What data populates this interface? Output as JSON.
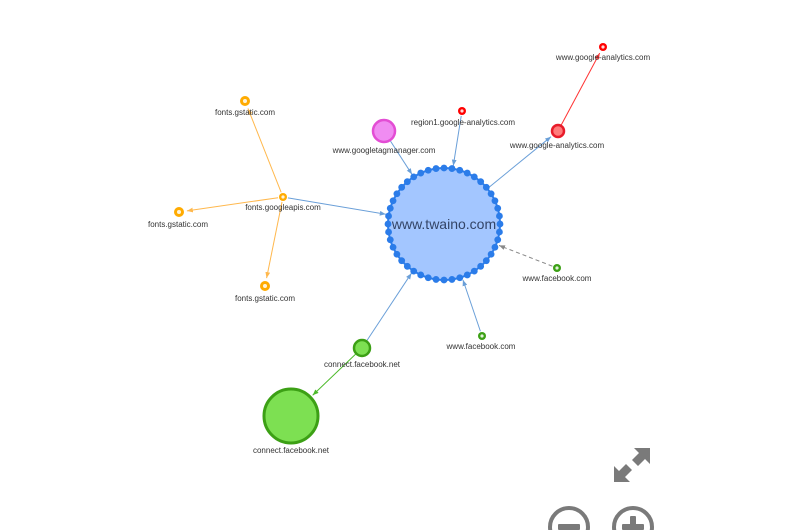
{
  "graph": {
    "center": {
      "label": "www.twaino.com",
      "fill": "#a3c6ff",
      "stroke": "#2b7ce9"
    },
    "nodes": [
      {
        "id": "gtm",
        "label": "www.googletagmanager.com",
        "color": "#e34dd4",
        "fill": "#f08cf2",
        "style": "ring"
      },
      {
        "id": "region1",
        "label": "region1.google-analytics.com",
        "color": "#ff0000",
        "fill": "#ff6b6b",
        "style": "dot"
      },
      {
        "id": "ga1",
        "label": "www.google-analytics.com",
        "color": "#e81c2a",
        "fill": "#ff7b7b",
        "style": "ring"
      },
      {
        "id": "ga2",
        "label": "www.google-analytics.com",
        "color": "#ff0000",
        "fill": "#ff6b6b",
        "style": "dot"
      },
      {
        "id": "fapis",
        "label": "fonts.googleapis.com",
        "color": "#ffab00",
        "fill": "#ffd866",
        "style": "dot"
      },
      {
        "id": "fg1",
        "label": "fonts.gstatic.com",
        "color": "#ffab00",
        "fill": "#ffd866",
        "style": "dot"
      },
      {
        "id": "fg2",
        "label": "fonts.gstatic.com",
        "color": "#ffab00",
        "fill": "#ffd866",
        "style": "dot"
      },
      {
        "id": "fg3",
        "label": "fonts.gstatic.com",
        "color": "#ffab00",
        "fill": "#ffd866",
        "style": "dot"
      },
      {
        "id": "fb1",
        "label": "www.facebook.com",
        "color": "#3ca015",
        "fill": "#7de052",
        "style": "dot"
      },
      {
        "id": "fb2",
        "label": "www.facebook.com",
        "color": "#3ca015",
        "fill": "#7de052",
        "style": "dot"
      },
      {
        "id": "cfb1",
        "label": "connect.facebook.net",
        "color": "#3ca015",
        "fill": "#7de052",
        "style": "ring"
      },
      {
        "id": "cfb2",
        "label": "connect.facebook.net",
        "color": "#3ca015",
        "fill": "#7de052",
        "style": "big"
      }
    ],
    "edges": [
      {
        "from": "gtm",
        "to": "center",
        "color": "#6a9fd8"
      },
      {
        "from": "region1",
        "to": "center",
        "color": "#6a9fd8"
      },
      {
        "from": "center",
        "to": "ga1",
        "color": "#6a9fd8"
      },
      {
        "from": "ga1",
        "to": "ga2",
        "color": "#ff3333"
      },
      {
        "from": "fapis",
        "to": "center",
        "color": "#6a9fd8"
      },
      {
        "from": "fapis",
        "to": "fg1",
        "color": "#ffb84d"
      },
      {
        "from": "fapis",
        "to": "fg2",
        "color": "#ffb84d"
      },
      {
        "from": "fapis",
        "to": "fg3",
        "color": "#ffb84d"
      },
      {
        "from": "fb1",
        "to": "center",
        "color": "#888888",
        "dashed": true
      },
      {
        "from": "fb2",
        "to": "center",
        "color": "#6a9fd8"
      },
      {
        "from": "cfb1",
        "to": "center",
        "color": "#6a9fd8"
      },
      {
        "from": "cfb1",
        "to": "cfb2",
        "color": "#4cba2a"
      }
    ]
  },
  "controls": {
    "fullscreen_icon": "expand-arrows-icon",
    "zoom_out_icon": "minus-circle-icon",
    "zoom_in_icon": "plus-circle-icon",
    "icon_color": "#7a7a7a"
  }
}
